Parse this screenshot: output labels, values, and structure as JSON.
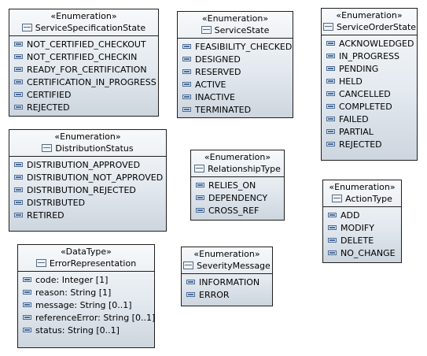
{
  "boxes": [
    {
      "stereotype": "«Enumeration»",
      "name": "ServiceSpecificationState",
      "items": [
        "NOT_CERTIFIED_CHECKOUT",
        "NOT_CERTIFIED_CHECKIN",
        "READY_FOR_CERTIFICATION",
        "CERTIFICATION_IN_PROGRESS",
        "CERTIFIED",
        "REJECTED"
      ]
    },
    {
      "stereotype": "«Enumeration»",
      "name": "ServiceState",
      "items": [
        "FEASIBILITY_CHECKED",
        "DESIGNED",
        "RESERVED",
        "ACTIVE",
        "INACTIVE",
        "TERMINATED"
      ]
    },
    {
      "stereotype": "«Enumeration»",
      "name": "ServiceOrderState",
      "items": [
        "ACKNOWLEDGED",
        "IN_PROGRESS",
        "PENDING",
        "HELD",
        "CANCELLED",
        "COMPLETED",
        "FAILED",
        "PARTIAL",
        "REJECTED"
      ]
    },
    {
      "stereotype": "«Enumeration»",
      "name": "DistributionStatus",
      "items": [
        "DISTRIBUTION_APPROVED",
        "DISTRIBUTION_NOT_APPROVED",
        "DISTRIBUTION_REJECTED",
        "DISTRIBUTED",
        "RETIRED"
      ]
    },
    {
      "stereotype": "«Enumeration»",
      "name": "RelationshipType",
      "items": [
        "RELIES_ON",
        "DEPENDENCY",
        "CROSS_REF"
      ]
    },
    {
      "stereotype": "«Enumeration»",
      "name": "ActionType",
      "items": [
        "ADD",
        "MODIFY",
        "DELETE",
        "NO_CHANGE"
      ]
    },
    {
      "stereotype": "«DataType»",
      "name": "ErrorRepresentation",
      "items": [
        "code: Integer [1]",
        "reason: String [1]",
        "message: String [0..1]",
        "referenceError: String [0..1]",
        "status: String [0..1]"
      ]
    },
    {
      "stereotype": "«Enumeration»",
      "name": "SeverityMessage",
      "items": [
        "INFORMATION",
        "ERROR"
      ]
    }
  ]
}
